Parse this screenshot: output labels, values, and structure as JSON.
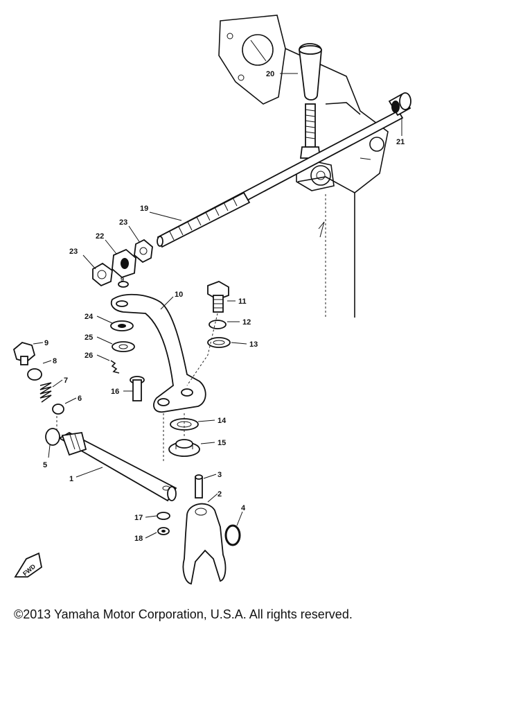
{
  "diagram": {
    "callouts": {
      "c1": "1",
      "c2": "2",
      "c3": "3",
      "c4": "4",
      "c5": "5",
      "c6": "6",
      "c7": "7",
      "c8": "8",
      "c9": "9",
      "c10": "10",
      "c11": "11",
      "c12": "12",
      "c13": "13",
      "c14": "14",
      "c15": "15",
      "c16": "16",
      "c17": "17",
      "c18": "18",
      "c19": "19",
      "c20": "20",
      "c21": "21",
      "c22": "22",
      "c23a": "23",
      "c23b": "23",
      "c24": "24",
      "c25": "25",
      "c26": "26"
    },
    "fwd_label": "FWD"
  },
  "footer": {
    "copyright": "©2013 Yamaha Motor Corporation, U.S.A. All rights reserved."
  }
}
